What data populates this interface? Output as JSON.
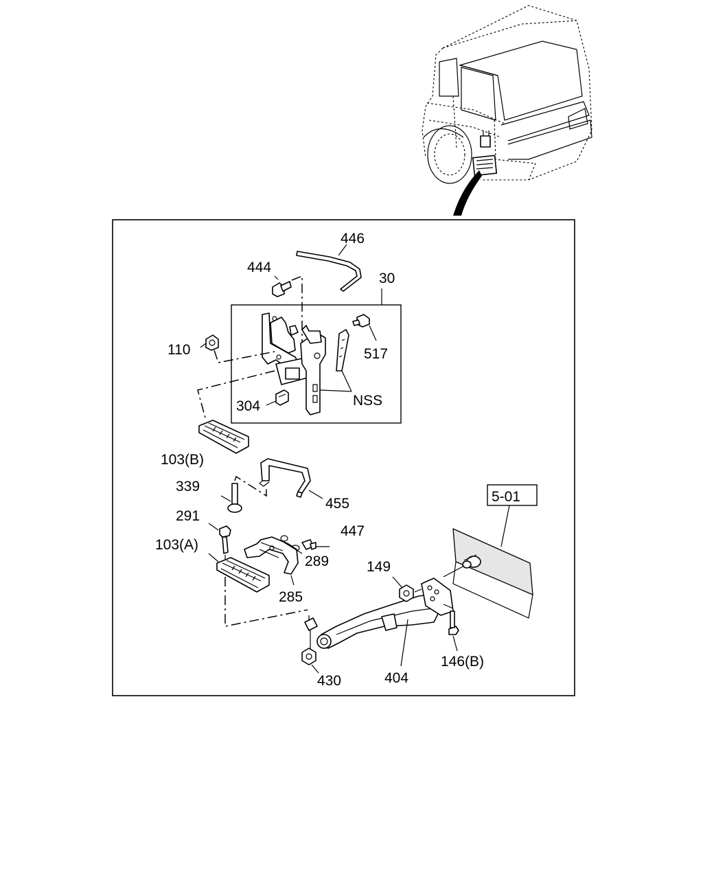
{
  "diagram": {
    "labels": {
      "p446": "446",
      "p444": "444",
      "p30": "30",
      "p110": "110",
      "p517": "517",
      "p304": "304",
      "nss": "NSS",
      "p103b": "103(B)",
      "p339": "339",
      "p455": "455",
      "p291": "291",
      "p447": "447",
      "p103a": "103(A)",
      "p289": "289",
      "p285": "285",
      "p149": "149",
      "ref501": "5-01",
      "p146b": "146(B)",
      "p430": "430",
      "p404": "404"
    }
  }
}
